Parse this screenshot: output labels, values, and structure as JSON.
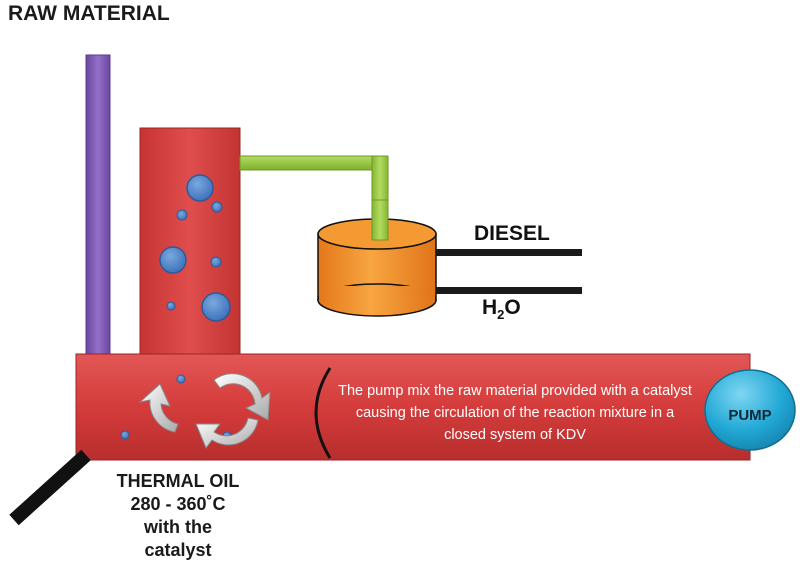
{
  "title": "RAW MATERIAL",
  "outputs": {
    "diesel": "DIESEL",
    "water_main": "H",
    "water_sub": "2",
    "water_tail": "O"
  },
  "description": "The pump mix the raw material provided with a catalyst causing the circulation of the reaction mixture in a closed system of KDV",
  "pump_label": "PUMP",
  "thermal_oil": {
    "line1": "THERMAL OIL",
    "line2": "280 - 360˚C",
    "line3": "with the",
    "line4": "catalyst"
  },
  "colors": {
    "reactor_red": "#d9403f",
    "feed_pipe_purple": "#7a55b0",
    "vapor_pipe_green": "#92c33c",
    "tank_orange": "#f08a1c",
    "pump_cyan": "#21a7d4",
    "bubble_blue": "#4a82c9"
  }
}
